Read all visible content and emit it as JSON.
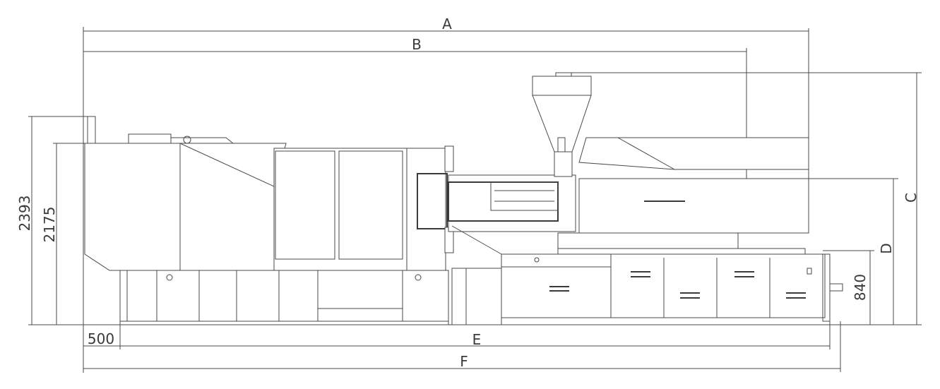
{
  "drawing": {
    "dimensions": {
      "A": "A",
      "B": "B",
      "C": "C",
      "D": "D",
      "E": "E",
      "F": "F",
      "overall_height": "2393",
      "body_height": "2175",
      "offset": "500",
      "base_height": "840"
    },
    "line_color": "#4a4a4a"
  }
}
